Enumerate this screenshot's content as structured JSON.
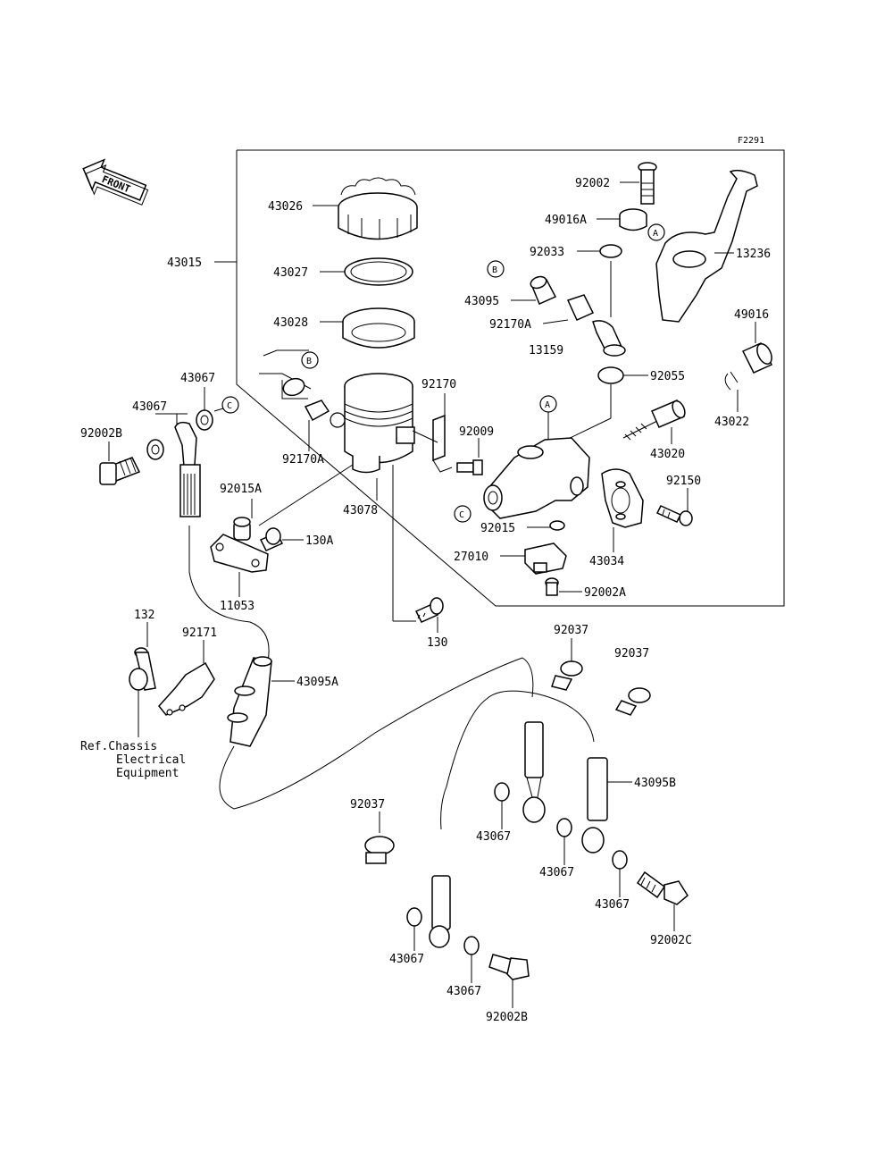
{
  "figure_id": "F2291",
  "front_label": "FRONT",
  "callouts": {
    "A": "A",
    "B": "B",
    "C": "C"
  },
  "parts": {
    "p92002": "92002",
    "p49016A": "49016A",
    "p92033": "92033",
    "p13236": "13236",
    "p43026": "43026",
    "p43015": "43015",
    "p43027": "43027",
    "p43095": "43095",
    "p92170A": "92170A",
    "p43028": "43028",
    "p13159": "13159",
    "p49016": "49016",
    "p92055": "92055",
    "p43067a": "43067",
    "p43067b": "43067",
    "p92170": "92170",
    "p43022": "43022",
    "p92009": "92009",
    "p92002B_top": "92002B",
    "p43020": "43020",
    "p92170A_2": "92170A",
    "p92150": "92150",
    "p92015A": "92015A",
    "p43078": "43078",
    "p92015": "92015",
    "p130A": "130A",
    "p43034": "43034",
    "p27010": "27010",
    "p92002A": "92002A",
    "p11053": "11053",
    "p130": "130",
    "p132": "132",
    "p92171": "92171",
    "p92037a": "92037",
    "p92037b": "92037",
    "p43095A": "43095A",
    "p43095B": "43095B",
    "p92037c": "92037",
    "p43067c": "43067",
    "p43067d": "43067",
    "p43067e": "43067",
    "p92002C": "92002C",
    "p43067f": "43067",
    "p43067g": "43067",
    "p92002B_bot": "92002B"
  },
  "reference_note": {
    "line1": "Ref.Chassis",
    "line2": "Electrical",
    "line3": "Equipment"
  }
}
